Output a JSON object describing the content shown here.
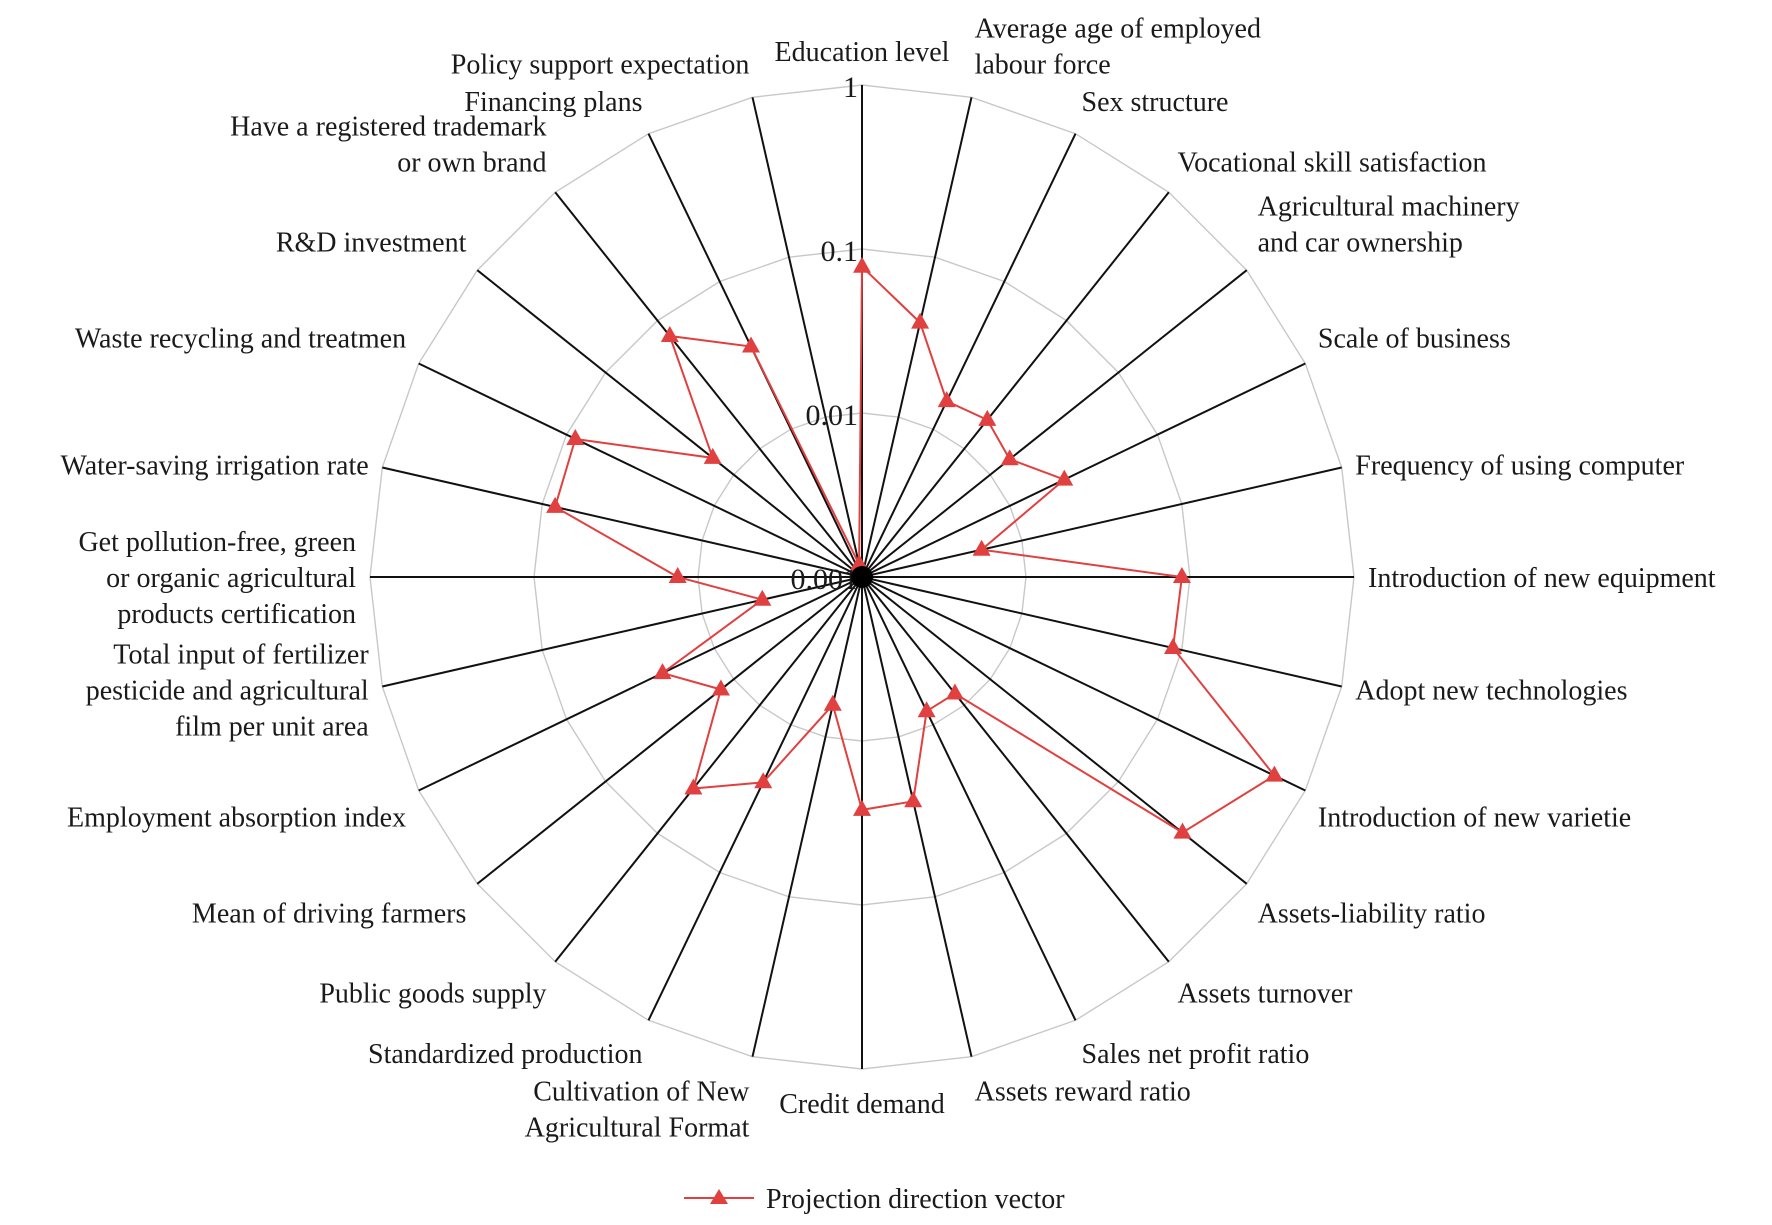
{
  "chart_data": {
    "type": "radar",
    "scale": "log",
    "rlim": [
      0.001,
      1
    ],
    "ticks": [
      {
        "value": 0.001,
        "label": "0.001"
      },
      {
        "value": 0.01,
        "label": "0.01"
      },
      {
        "value": 0.1,
        "label": "0.1"
      },
      {
        "value": 1,
        "label": "1"
      }
    ],
    "grid": true,
    "legend_position": "bottom-center",
    "categories": [
      "Education level",
      "Average age of employed|labour force",
      "Sex structure",
      "Vocational skill satisfaction",
      "Agricultural machinery|and car ownership",
      "Scale of business",
      "Frequency of using computer",
      "Introduction of new equipment",
      "Adopt new technologies",
      "Introduction of new varietie",
      "Assets-liability ratio",
      "Assets turnover",
      "Sales net profit ratio",
      "Assets reward ratio",
      "Credit demand",
      "Cultivation of New|Agricultural Format",
      "Standardized production",
      "Public goods supply",
      "Mean of driving farmers",
      "Employment absorption index",
      "Total input of fertilizer|pesticide and agricultural|film per unit area",
      "Get pollution-free, green|or organic agricultural|products certification",
      "Water-saving irrigation rate",
      "Waste recycling and treatmen",
      "R&D investment",
      "Have a registered trademark|or own brand",
      "Financing plans",
      "Policy support expectation"
    ],
    "series": [
      {
        "name": "Projection direction vector",
        "color": "#e0403f",
        "marker": "triangle",
        "values": [
          0.078,
          0.039,
          0.0155,
          0.0168,
          0.0142,
          0.0234,
          0.0056,
          0.0893,
          0.0881,
          0.618,
          0.316,
          0.0081,
          0.0081,
          0.0253,
          0.0263,
          0.0063,
          0.0245,
          0.0446,
          0.0126,
          0.0224,
          0.0042,
          0.0133,
          0.0831,
          0.0871,
          0.0146,
          0.0758,
          0.0363,
          0.0012
        ]
      }
    ]
  }
}
